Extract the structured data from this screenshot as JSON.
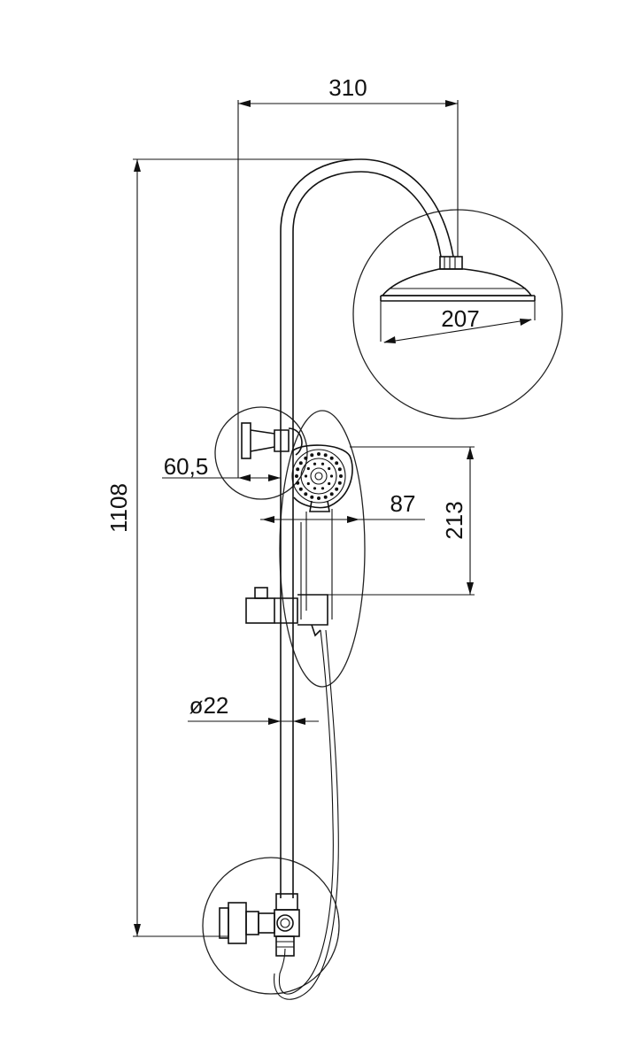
{
  "dimensions": {
    "total_height": "1108",
    "arm_reach": "310",
    "head_diameter": "207",
    "bracket_offset": "60,5",
    "handshower_width": "87",
    "handshower_height": "213",
    "pipe_diameter": "ø22"
  }
}
